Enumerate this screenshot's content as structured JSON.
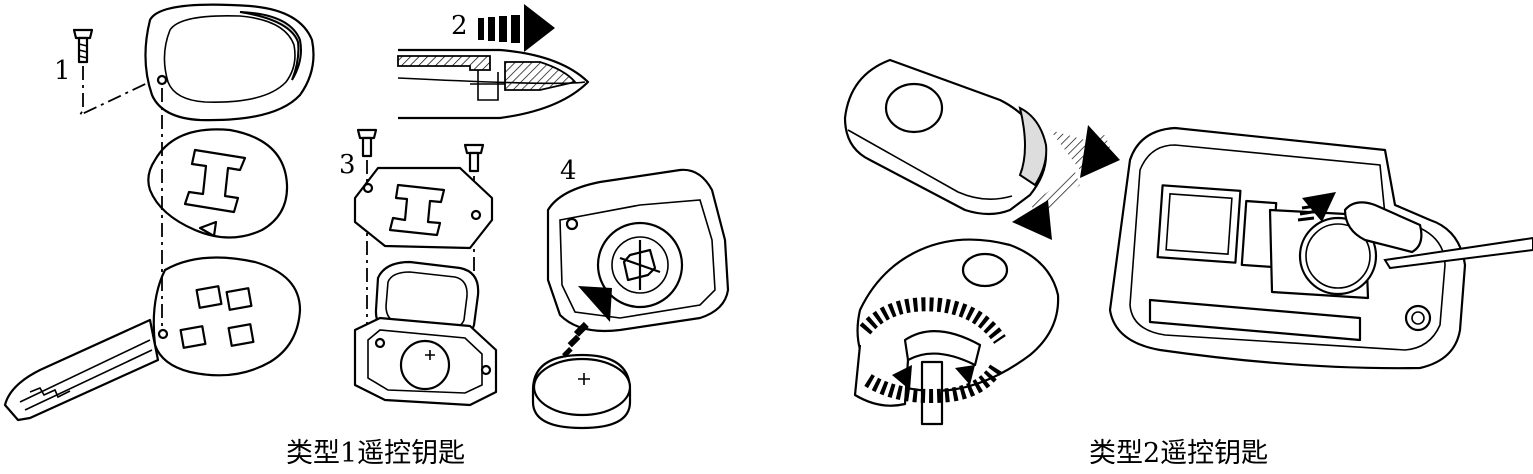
{
  "figure": {
    "step_labels": [
      "1",
      "2",
      "3",
      "4"
    ],
    "captions": {
      "type1": "类型1遥控钥匙",
      "type2": "类型2遥控钥匙"
    },
    "stroke_color": "#000000",
    "background": "#ffffff"
  }
}
